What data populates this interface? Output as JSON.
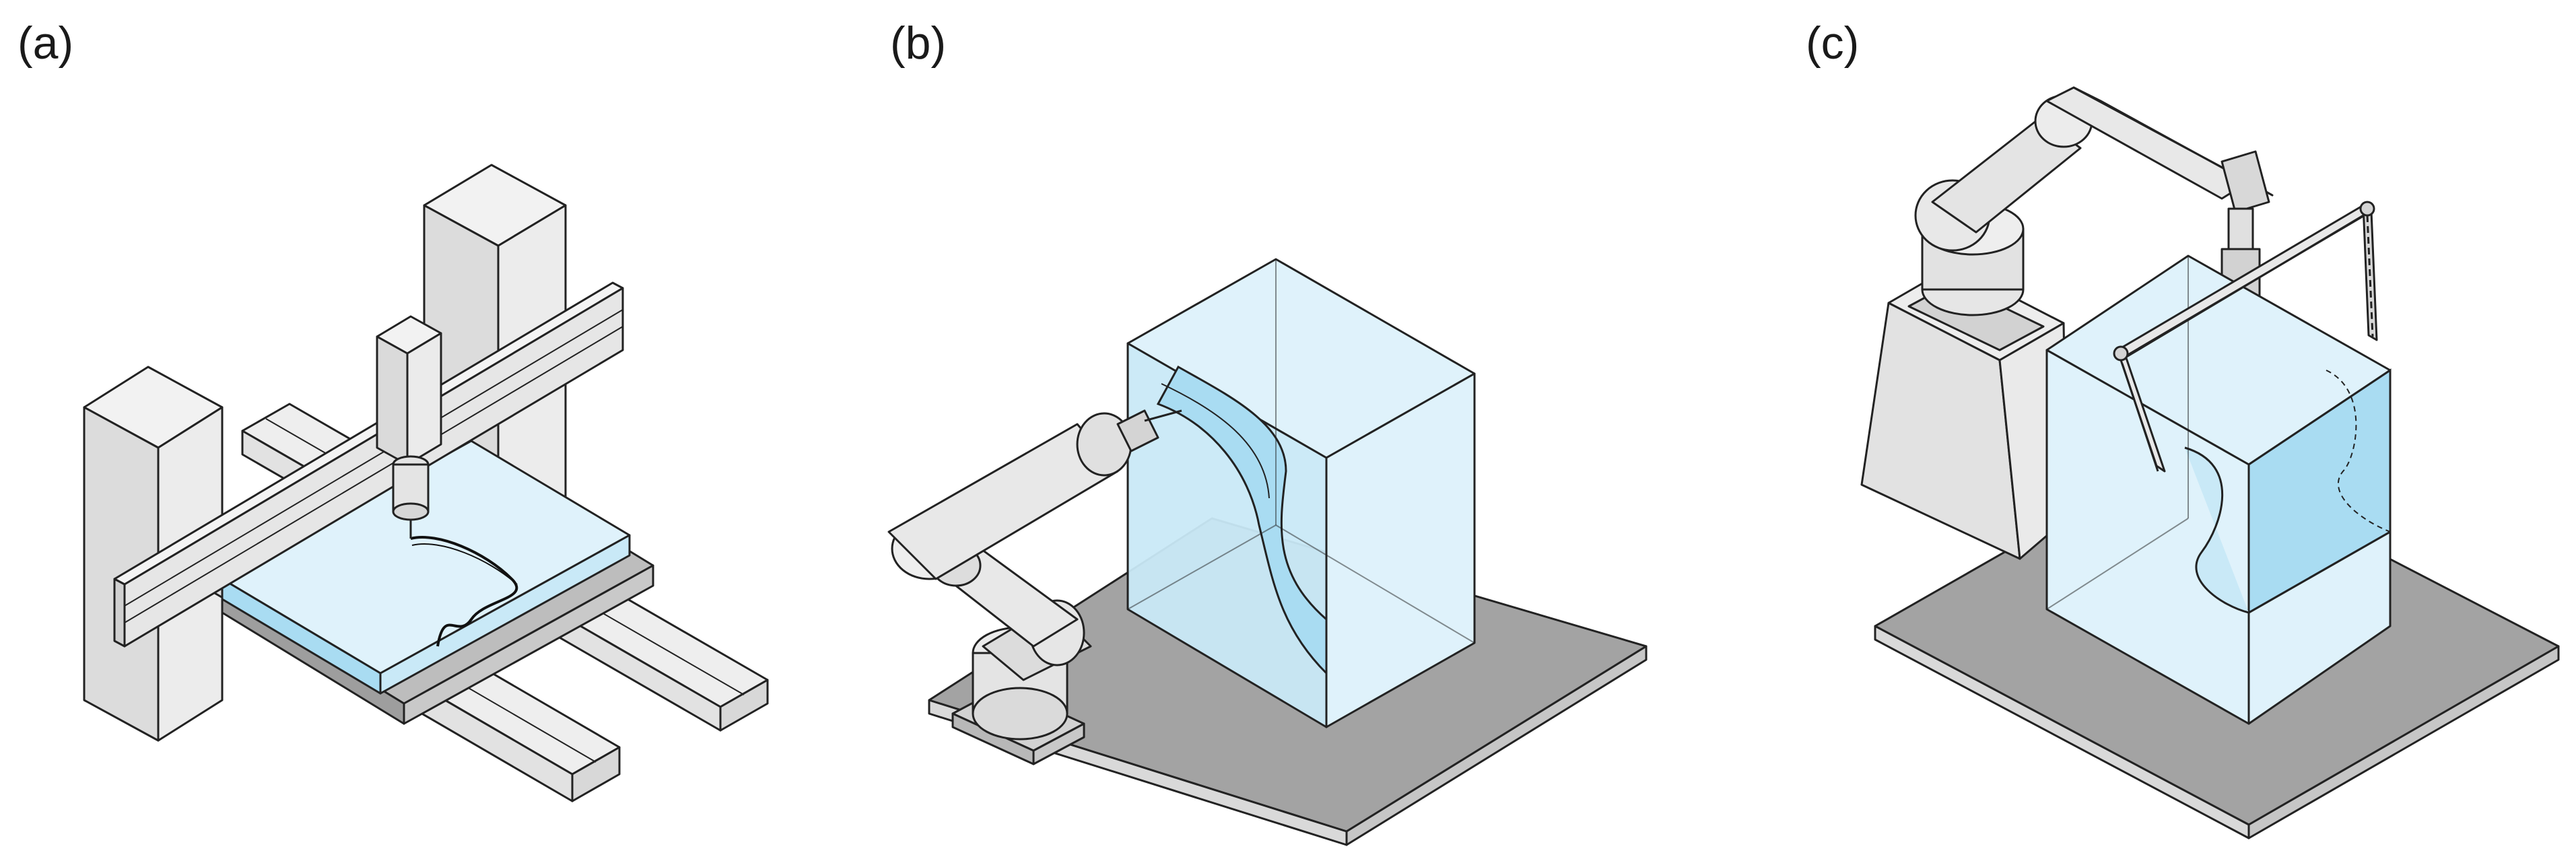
{
  "labels": {
    "a": "(a)",
    "b": "(b)",
    "c": "(c)"
  },
  "colors": {
    "machine_light": "#ececec",
    "machine_mid": "#d6d6d6",
    "machine_dark": "#bdbdbd",
    "workpiece_light": "#dff2fb",
    "workpiece_mid": "#c9e9f7",
    "workpiece_dark": "#a9dcf2",
    "platform_top": "#a3a3a3",
    "platform_side": "#d9d9d9",
    "outline": "#222222"
  }
}
